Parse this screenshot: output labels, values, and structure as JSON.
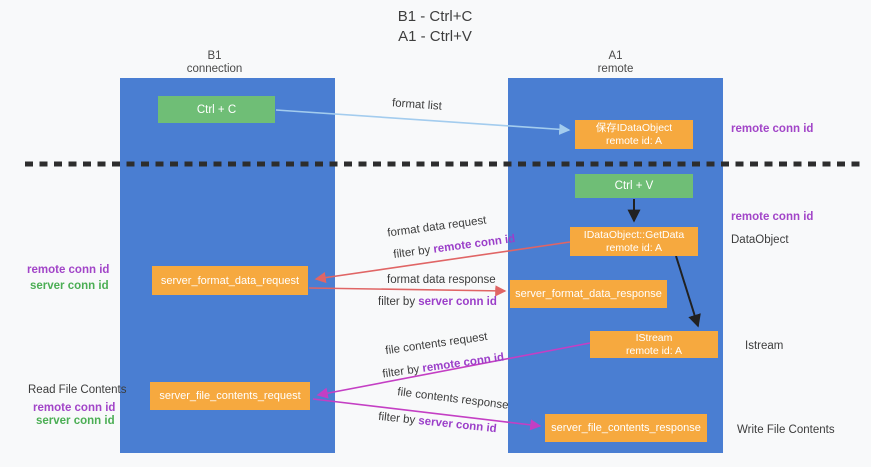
{
  "title": {
    "line1": "B1 - Ctrl+C",
    "line2": "A1 - Ctrl+V"
  },
  "columns": {
    "left": {
      "name": "B1",
      "role": "connection"
    },
    "right": {
      "name": "A1",
      "role": "remote"
    }
  },
  "nodes": {
    "ctrl_c": {
      "label": "Ctrl + C"
    },
    "ctrl_v": {
      "label": "Ctrl + V"
    },
    "save_idataobject": {
      "line1": "保存IDataObject",
      "line2": "remote id: A"
    },
    "idataobject_getdata": {
      "line1": "IDataObject::GetData",
      "line2": "remote id: A"
    },
    "istream": {
      "line1": "IStream",
      "line2": "remote id: A"
    },
    "server_format_data_request": {
      "label": "server_format_data_request"
    },
    "server_format_data_response": {
      "label": "server_format_data_response"
    },
    "server_file_contents_request": {
      "label": "server_file_contents_request"
    },
    "server_file_contents_response": {
      "label": "server_file_contents_response"
    }
  },
  "side_labels": {
    "right_remote_conn_id_top": "remote conn id",
    "right_remote_conn_id_mid": "remote conn id",
    "dataobject": "DataObject",
    "istream": "Istream",
    "write_file_contents": "Write File Contents",
    "left_remote_conn_id_format": "remote conn id",
    "left_server_conn_id_format": "server conn id",
    "read_file_contents": "Read File Contents",
    "left_remote_conn_id_file": "remote conn id",
    "left_server_conn_id_file": "server conn id"
  },
  "arrow_labels": {
    "format_list": "format list",
    "format_data_request": "format data request",
    "format_data_request_filter": {
      "prefix": "filter by ",
      "id": "remote conn id"
    },
    "format_data_response": "format data response",
    "format_data_response_filter": {
      "prefix": "filter by ",
      "id": "server conn id"
    },
    "file_contents_request": "file contents request",
    "file_contents_request_filter": {
      "prefix": "filter by ",
      "id": "remote conn id"
    },
    "file_contents_response": "file contents response",
    "file_contents_response_filter": {
      "prefix": "filter by ",
      "id": "server conn id"
    }
  },
  "colors": {
    "column_blue": "#4A7ED2",
    "node_orange": "#F6A93F",
    "node_green": "#6FBE76",
    "remote_conn_purple": "#A245C8",
    "server_conn_green": "#4BAE54",
    "filter_conn_purple": "#9B3FC9",
    "arrow_red": "#E06565",
    "arrow_magenta": "#C43FC4",
    "arrow_lightblue": "#A3CCEE",
    "arrow_black": "#212121",
    "dashed_line": "#2d2d2d"
  }
}
